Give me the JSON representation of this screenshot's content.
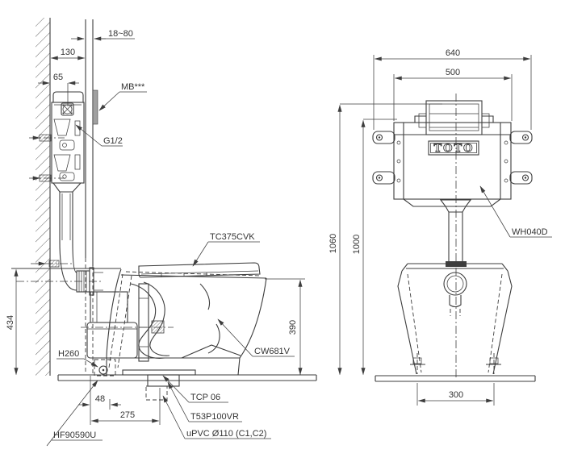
{
  "drawing": {
    "colors": {
      "ink": "#3d3d3d",
      "background": "#ffffff",
      "panel": "#a0a0a0"
    },
    "side": {
      "dims": {
        "board": "18~80",
        "wall": "130",
        "inlet": "65",
        "h434": "434",
        "h390": "390",
        "fix48": "48",
        "out275": "275"
      },
      "labels": {
        "mb": "MB***",
        "g": "G1/2",
        "seat": "TC375CVK",
        "bowl": "CW681V",
        "h260": "H260",
        "hf": "HF90590U",
        "tcp": "TCP 06",
        "t53": "T53P100VR",
        "upvc": "uPVC Ø110 (C1,C2)"
      }
    },
    "front": {
      "dims": {
        "w640": "640",
        "w500": "500",
        "h1060": "1060",
        "h1000": "1000",
        "bolt300": "300"
      },
      "labels": {
        "tank": "WH040D",
        "logo": "TOTO"
      }
    }
  }
}
